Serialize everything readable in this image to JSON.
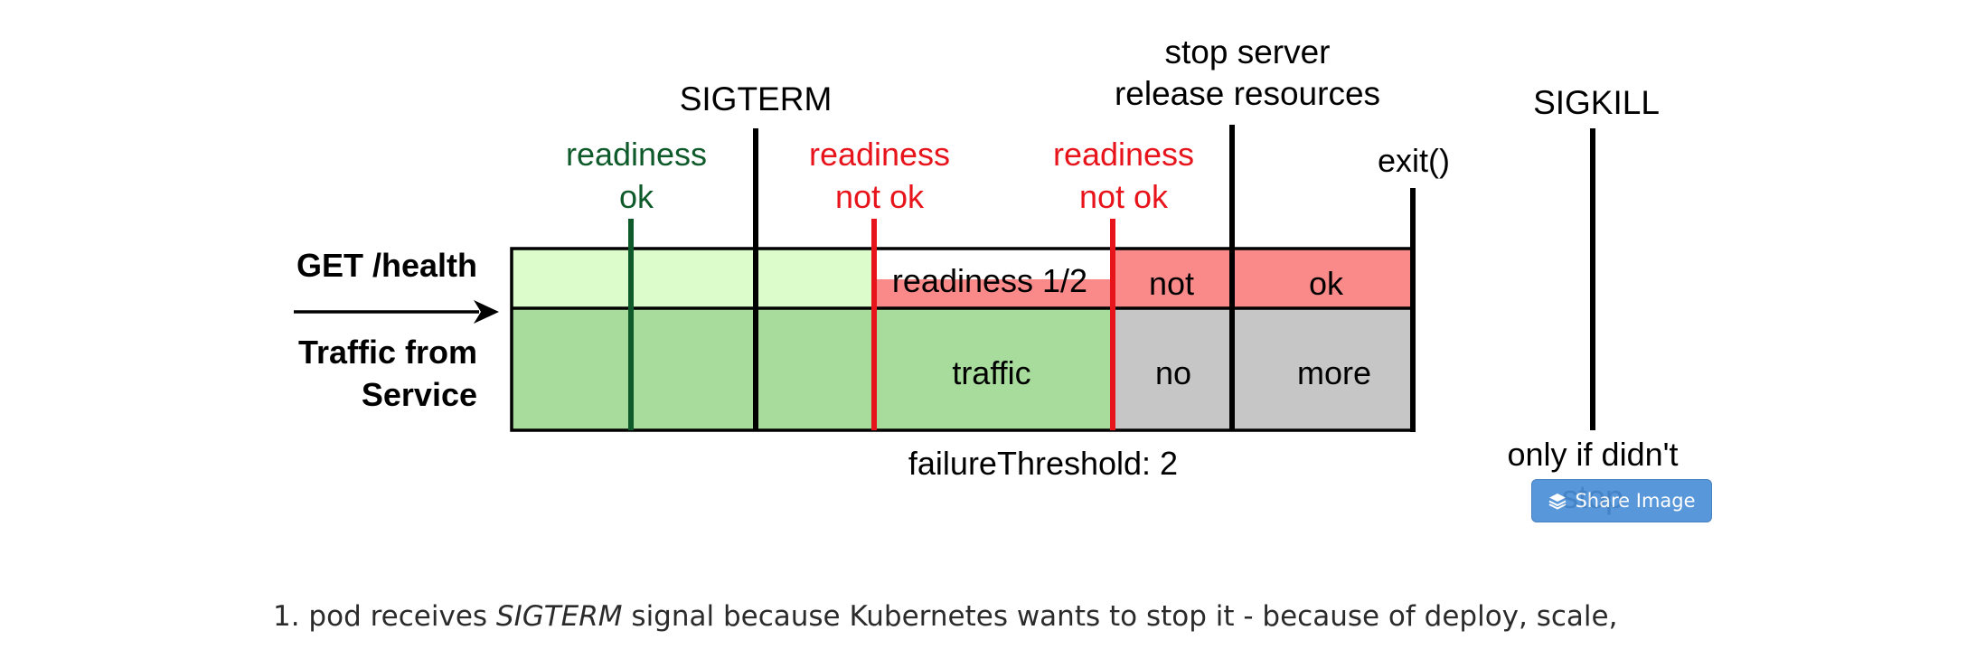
{
  "diagram": {
    "rows": {
      "top_label": "GET /health",
      "bottom_label_line1": "Traffic from",
      "bottom_label_line2": "Service"
    },
    "events": {
      "sigterm": "SIGTERM",
      "stop_line1": "stop server",
      "stop_line2": "release resources",
      "exit": "exit()",
      "sigkill": "SIGKILL",
      "sigkill_note_line1": "only if didn't",
      "sigkill_note_line2": "stop"
    },
    "probes": [
      {
        "line1": "readiness",
        "line2": "ok",
        "color": "#0f5a2a"
      },
      {
        "line1": "readiness",
        "line2": "not ok",
        "color": "#e8141b"
      },
      {
        "line1": "readiness",
        "line2": "not ok",
        "color": "#e8141b"
      }
    ],
    "cells": {
      "readiness_fraction": "readiness 1/2",
      "not": "not",
      "ok": "ok",
      "traffic": "traffic",
      "no": "no",
      "more": "more"
    },
    "threshold_label": "failureThreshold: 2",
    "colors": {
      "light_green": "#ddfccb",
      "green": "#a8dc9c",
      "light_red": "#fa8a8a",
      "grey": "#c6c6c6",
      "dark_green": "#0f5a2a",
      "red": "#e8141b"
    }
  },
  "share_button": {
    "label": "Share Image",
    "icon": "layers-icon"
  },
  "caption": {
    "prefix": "1. pod receives ",
    "emphasis": "SIGTERM",
    "suffix": " signal because Kubernetes wants to stop it - because of deploy, scale,"
  }
}
